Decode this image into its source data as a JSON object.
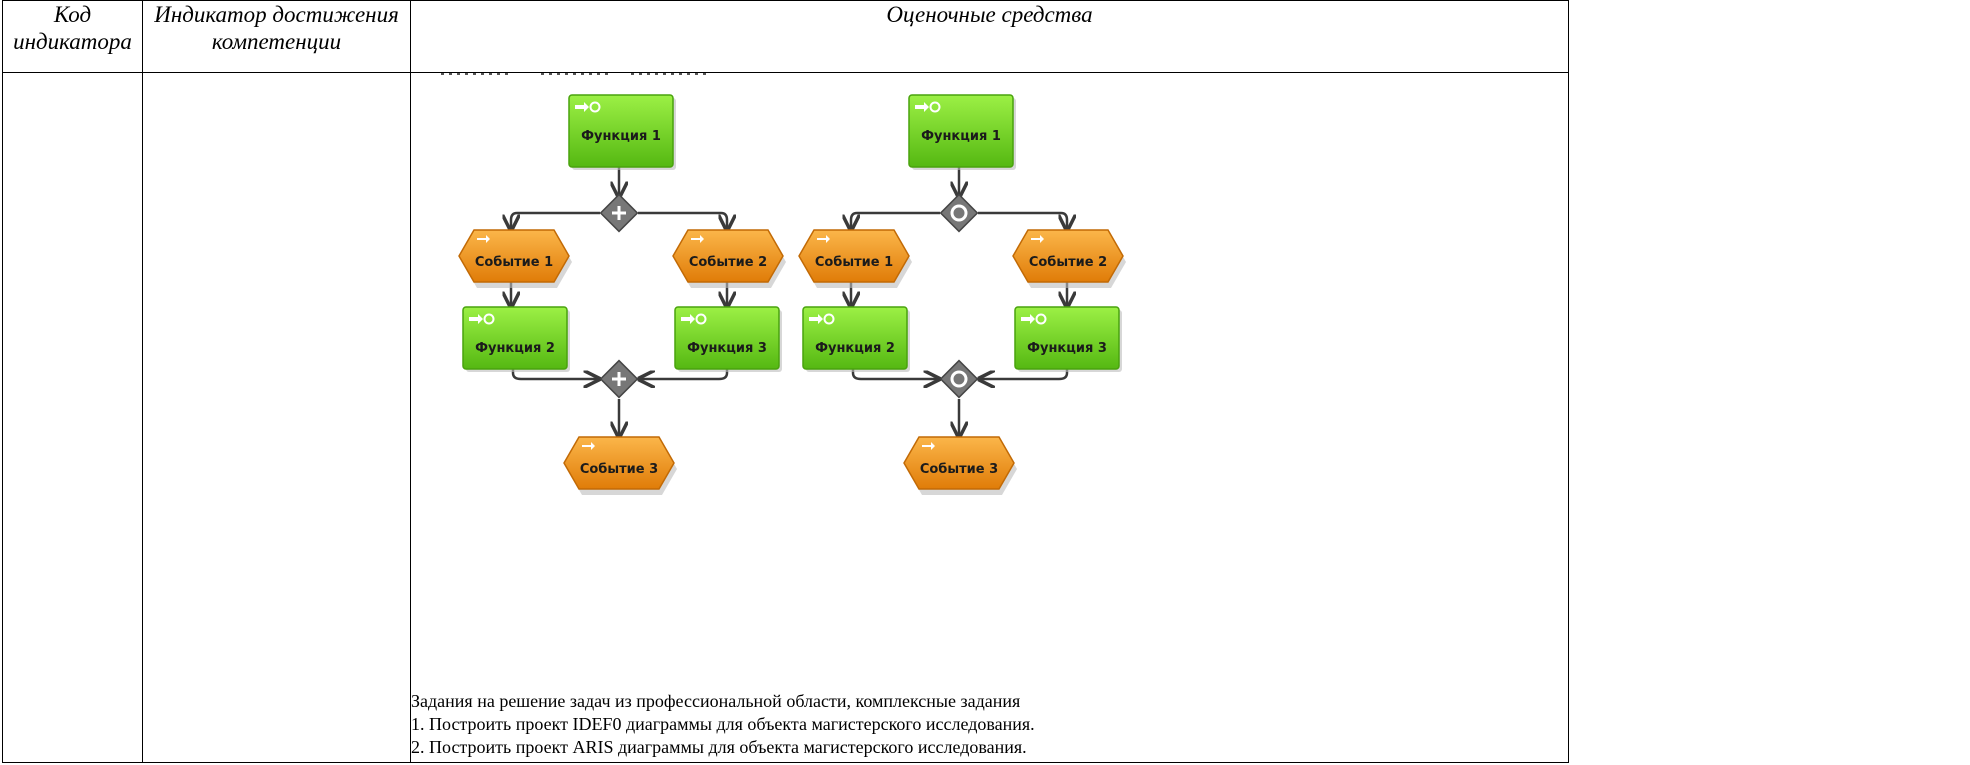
{
  "headers": {
    "code": "Код индикатора",
    "indicator": "Индикатор достижения компетенции",
    "assessment": "Оценочные средства"
  },
  "diagrams": [
    {
      "gateway": "and",
      "function_top": "Функция 1",
      "event_left": "Событие 1",
      "event_right": "Событие 2",
      "function_left": "Функция 2",
      "function_right": "Функция 3",
      "event_bottom": "Событие 3"
    },
    {
      "gateway": "or",
      "function_top": "Функция 1",
      "event_left": "Событие 1",
      "event_right": "Событие 2",
      "function_left": "Функция 2",
      "function_right": "Функция 3",
      "event_bottom": "Событие 3"
    }
  ],
  "tasks": {
    "heading": "Задания на решение задач из профессиональной области, комплексные задания",
    "items": [
      "1. Построить проект IDEF0 диаграммы для объекта магистерского исследования.",
      "2. Построить проект ARIS диаграммы для объекта магистерского исследования."
    ]
  },
  "colors": {
    "function_fill": "#6fd31f",
    "event_fill": "#f29418",
    "gateway_fill": "#777777",
    "connector": "#3a3a3a"
  }
}
